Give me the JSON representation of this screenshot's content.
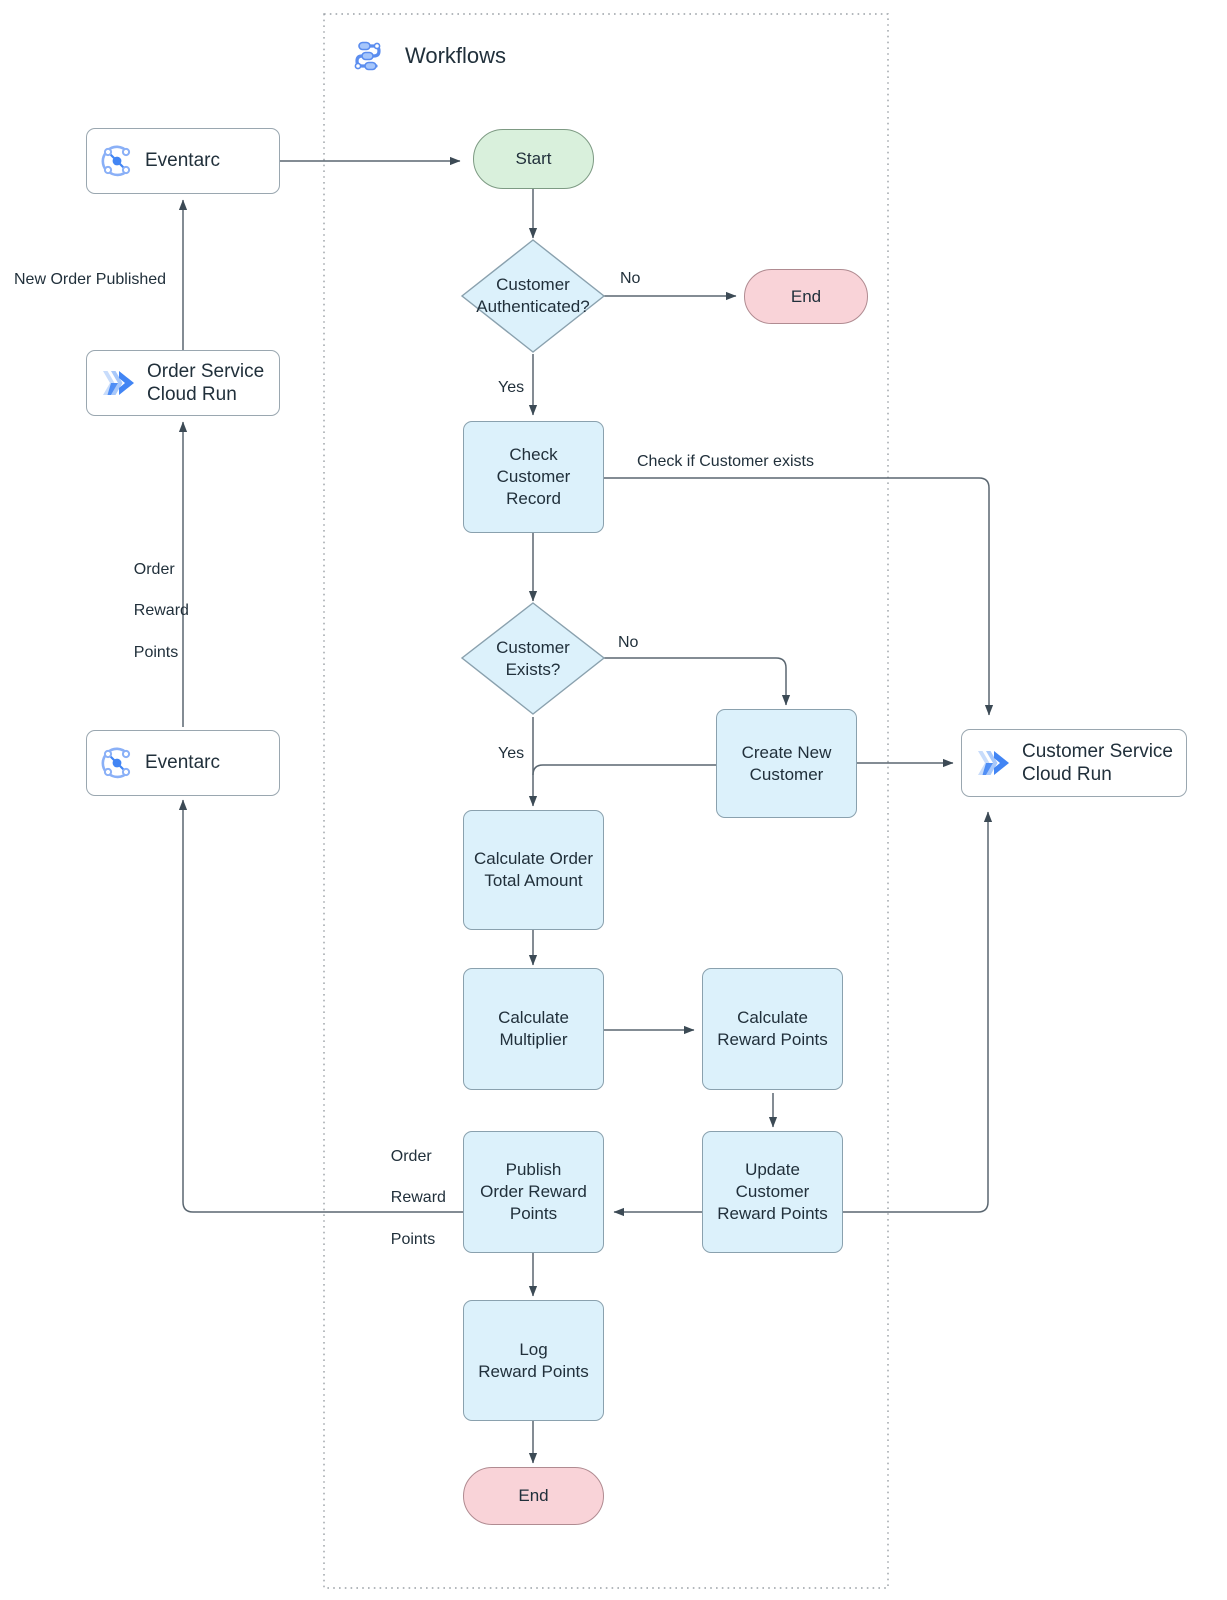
{
  "diagram": {
    "group": {
      "title": "Workflows",
      "icon": "workflows-icon"
    },
    "services": [
      {
        "id": "eventarc-top",
        "label": "Eventarc",
        "icon": "eventarc-icon"
      },
      {
        "id": "order-service",
        "label": "Order Service\nCloud Run",
        "line1": "Order Service",
        "line2": "Cloud Run",
        "icon": "cloud-run-icon"
      },
      {
        "id": "eventarc-bottom",
        "label": "Eventarc",
        "icon": "eventarc-icon"
      },
      {
        "id": "customer-service",
        "label": "Customer Service\nCloud Run",
        "line1": "Customer Service",
        "line2": "Cloud Run",
        "icon": "cloud-run-icon"
      }
    ],
    "nodes": [
      {
        "id": "start",
        "type": "terminator-start",
        "label": "Start"
      },
      {
        "id": "customer-authenticated",
        "type": "decision",
        "line1": "Customer",
        "line2": "Authenticated?"
      },
      {
        "id": "end-top",
        "type": "terminator-end",
        "label": "End"
      },
      {
        "id": "check-customer-record",
        "type": "process",
        "line1": "Check",
        "line2": "Customer",
        "line3": "Record"
      },
      {
        "id": "customer-exists",
        "type": "decision",
        "line1": "Customer",
        "line2": "Exists?"
      },
      {
        "id": "create-new-customer",
        "type": "process",
        "line1": "Create New",
        "line2": "Customer"
      },
      {
        "id": "calculate-order-total-amount",
        "type": "process",
        "line1": "Calculate Order",
        "line2": "Total Amount"
      },
      {
        "id": "calculate-multiplier",
        "type": "process",
        "line1": "Calculate",
        "line2": "Multiplier"
      },
      {
        "id": "calculate-reward-points",
        "type": "process",
        "line1": "Calculate",
        "line2": "Reward Points"
      },
      {
        "id": "update-customer-reward-points",
        "type": "process",
        "line1": "Update",
        "line2": "Customer",
        "line3": "Reward Points"
      },
      {
        "id": "publish-order-reward-points",
        "type": "process",
        "line1": "Publish",
        "line2": "Order Reward",
        "line3": "Points"
      },
      {
        "id": "log-reward-points",
        "type": "process",
        "line1": "Log",
        "line2": "Reward Points"
      },
      {
        "id": "end-bottom",
        "type": "terminator-end",
        "label": "End"
      }
    ],
    "edge_labels": {
      "new_order_published": "New Order Published",
      "order_reward_points_upper": "Order\nReward\nPoints",
      "order_reward_points_upper_l1": "Order",
      "order_reward_points_upper_l2": "Reward",
      "order_reward_points_upper_l3": "Points",
      "order_reward_points_lower_l1": "Order",
      "order_reward_points_lower_l2": "Reward",
      "order_reward_points_lower_l3": "Points",
      "auth_no": "No",
      "auth_yes": "Yes",
      "exists_no": "No",
      "exists_yes": "Yes",
      "check_if_customer_exists": "Check if Customer exists"
    },
    "colors": {
      "process_fill": "#dcf1fb",
      "process_stroke": "#8aa1ae",
      "start_fill": "#d9f0dc",
      "start_stroke": "#7d9a83",
      "end_fill": "#f9d3d8",
      "end_stroke": "#b08b91",
      "service_fill": "#ffffff",
      "service_stroke": "#9aa7b0",
      "edge_stroke": "#45525c",
      "group_border": "#9aa0a6",
      "icon_blue": "#4285f4",
      "icon_blue_light": "#a6c6fb",
      "text": "#21303b"
    }
  }
}
